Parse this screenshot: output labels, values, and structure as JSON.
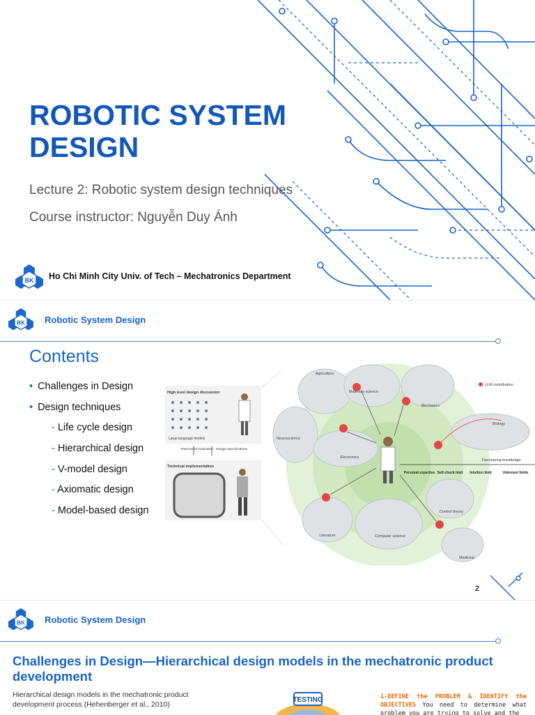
{
  "slide1": {
    "title": "ROBOTIC SYSTEM DESIGN",
    "lecture": "Lecture 2: Robotic system design techniques",
    "instructor": "Course instructor: Nguyễn Duy Ánh",
    "department": "Ho Chi Minh City Univ. of Tech – Mechatronics Department",
    "logo_text": "BK"
  },
  "slide2": {
    "header": "Robotic System Design",
    "contents_title": "Contents",
    "items": [
      {
        "label": "Challenges in Design"
      },
      {
        "label": "Design techniques"
      },
      {
        "label": "Life cycle design"
      },
      {
        "label": "Hierarchical design"
      },
      {
        "label": "V-model design"
      },
      {
        "label": "Axiomatic design"
      },
      {
        "label": "Model-based design"
      }
    ],
    "page_number": "2",
    "figure": {
      "high_level": "High level design discussion",
      "llm": "Large language models",
      "realworld": "Real-world evaluation",
      "design_specs": "Design specifications",
      "technical": "Technical implementation",
      "legend": "LLM contribution",
      "agriculture": "Agriculture",
      "materials": "Materials science",
      "mechanics": "Mechanics",
      "biology": "Biology",
      "neuroscience": "Neuroscience",
      "electronics": "Electronics",
      "control_theory": "Control theory",
      "computer_science": "Computer science",
      "literature": "Literature",
      "medicine": "Medicine",
      "decreasing": "Decreasing knowledge",
      "personal": "Personal expertise",
      "selfcheck": "Self-check limit",
      "intuition": "Intuition limit",
      "unknown": "Unknown fields"
    }
  },
  "slide3": {
    "header": "Robotic System Design",
    "title": "Challenges in Design—Hierarchical design models in the mechatronic product development",
    "caption": "Hierarchical design models in the mechatronic product development process (Hehenberger et al., 2010)",
    "testing": "TESTING",
    "right_hl1": "1-DEFINE the PROBLEM & IDENTIFY the OBJECTIVES",
    "right_text1": "You need to determine what problem you are trying to solve and the"
  },
  "colors": {
    "brand_blue": "#1258b8",
    "accent_red": "#e04848",
    "circle_green": "#cfe7b8"
  }
}
